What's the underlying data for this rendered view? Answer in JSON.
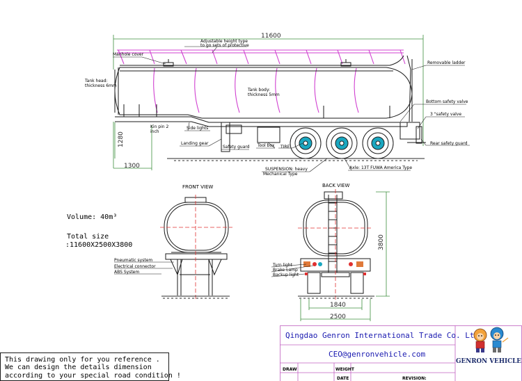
{
  "dimensions": {
    "overall_length": "11600",
    "front_overhang": "1300",
    "height_low": "1280",
    "rear_height": "3800",
    "rear_track": "1840",
    "rear_width": "2500"
  },
  "labels": {
    "adjustable_1": "Adjustable height type",
    "adjustable_2": "to go sets of protective",
    "manhole": "Manhole cover",
    "removable_ladder": "Removable ladder",
    "tank_head_1": "Tank head:",
    "tank_head_2": "thickness 6mm",
    "tank_body_1": "Tank body:",
    "tank_body_2": "thickness 5mm",
    "bottom_valve": "Bottom safety valve",
    "safety_valve": "3 \"safety valve",
    "kin_pin_1": "Kin pin  2",
    "kin_pin_2": "inch",
    "side_lights": "Side lights",
    "landing_gear": "Landing gear",
    "safety_guard": "Safety guard",
    "tool_box": "Tool box",
    "tire": "TIRE",
    "rear_guard": "Rear safety guard",
    "suspension_1": "SUSPENSION: heavy",
    "suspension_2": "Mechanical  Type",
    "axle": "Axle: 13T FUWA America Type",
    "front_view": "FRONT VIEW",
    "back_view": "BACK VIEW",
    "pneumatic": "Pneumatic system",
    "electrical": "Electrical connector",
    "abs": "ABS System",
    "turn_light": "Turn light",
    "brake_lamp": "Brake Lamp",
    "backup_light": "Backup light"
  },
  "specs": {
    "volume": "Volume: 40m³",
    "total_size_label": "Total size",
    "total_size_value": ":11600X2500X3800"
  },
  "note": {
    "line1": "This drawing only for you reference .",
    "line2": "We can design the details dimension",
    "line3": "according to your special road condition !"
  },
  "title_block": {
    "company": "Qingdao Genron International Trade Co. Ltd",
    "email": "CEO@genronvehicle.com",
    "draw": "DRAW",
    "weight": "WEIGHT",
    "date": "DATE",
    "revision": "REVISION:",
    "logo_text": "GENRON VEHICLE"
  },
  "colors": {
    "line": "#1a1a1a",
    "dimension": "#3d8f3d",
    "protective_rail": "#d040d0",
    "center_line": "#e03030",
    "ground": "#2a2a2a",
    "wheel": "#1aa7c0",
    "title_border": "#c060c0",
    "title_text": "#1a1ab0"
  }
}
